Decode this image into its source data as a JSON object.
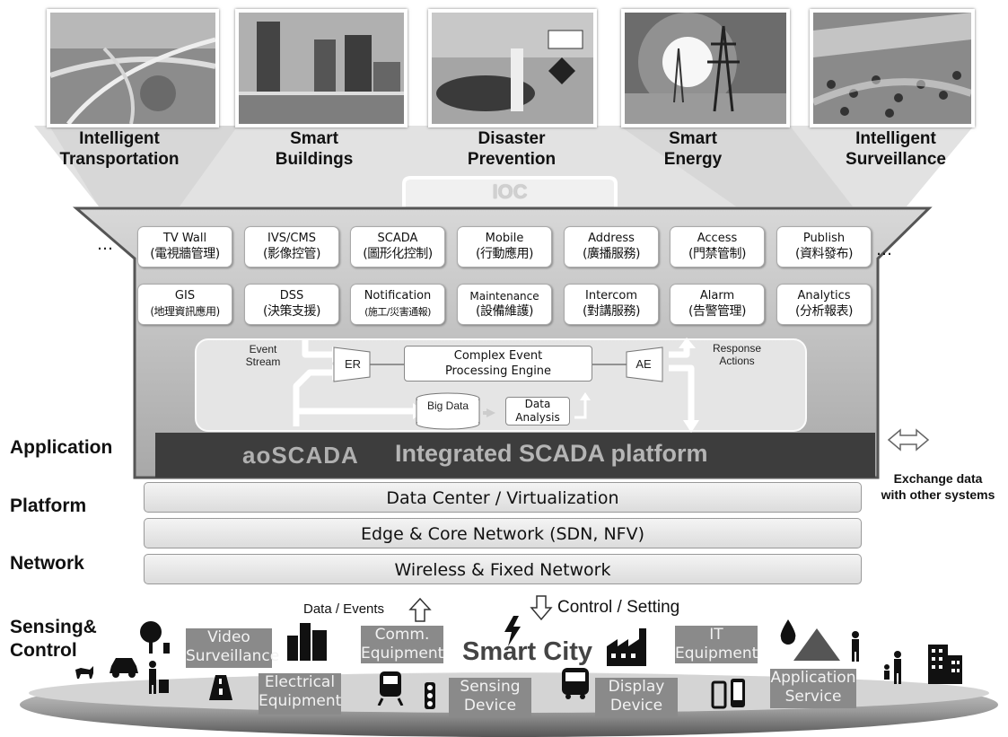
{
  "categories": [
    {
      "line1": "Intelligent",
      "line2": "Transportation"
    },
    {
      "line1": "Smart",
      "line2": "Buildings"
    },
    {
      "line1": "Disaster",
      "line2": "Prevention"
    },
    {
      "line1": "Smart",
      "line2": "Energy"
    },
    {
      "line1": "Intelligent",
      "line2": "Surveillance"
    }
  ],
  "ioc_label": "IOC",
  "ellipsis": "…",
  "modules_row1": [
    {
      "en": "TV Wall",
      "zh": "(電視牆管理)"
    },
    {
      "en": "IVS/CMS",
      "zh": "(影像控管)"
    },
    {
      "en": "SCADA",
      "zh": "(圖形化控制)"
    },
    {
      "en": "Mobile",
      "zh": "(行動應用)"
    },
    {
      "en": "Address",
      "zh": "(廣播服務)"
    },
    {
      "en": "Access",
      "zh": "(門禁管制)"
    },
    {
      "en": "Publish",
      "zh": "(資料發布)"
    }
  ],
  "modules_row2": [
    {
      "en": "GIS",
      "zh": "(地理資訊應用)"
    },
    {
      "en": "DSS",
      "zh": "(決策支援)"
    },
    {
      "en": "Notification",
      "zh": "(施工/災害通報)"
    },
    {
      "en": "Maintenance",
      "zh": "(設備維護)"
    },
    {
      "en": "Intercom",
      "zh": "(對講服務)"
    },
    {
      "en": "Alarm",
      "zh": "(告警管理)"
    },
    {
      "en": "Analytics",
      "zh": "(分析報表)"
    }
  ],
  "cep": {
    "event_stream": "Event Stream",
    "er": "ER",
    "engine": "Complex Event Processing Engine",
    "ae": "AE",
    "response_actions": "Response Actions",
    "big_data": "Big Data",
    "data_analysis": "Data Analysis"
  },
  "platform_banner": {
    "logo": "aoSCADA",
    "title": "Integrated SCADA platform"
  },
  "layers": {
    "data_center": "Data Center / Virtualization",
    "edge_core": "Edge & Core Network (SDN, NFV)",
    "wireless": "Wireless & Fixed Network"
  },
  "left_labels": {
    "application": "Application",
    "platform": "Platform",
    "network": "Network",
    "sensing1": "Sensing&",
    "sensing2": "Control"
  },
  "exchange": {
    "line1": "Exchange data",
    "line2": "with other systems"
  },
  "data_events": "Data / Events",
  "control_setting": "Control / Setting",
  "smart_city": "Smart City",
  "city_tags": {
    "video_surveillance": "Video Surveillance",
    "electrical_equipment": "Electrical Equipment",
    "comm_equipment": "Comm. Equipment",
    "sensing_device": "Sensing Device",
    "display_device": "Display Device",
    "it_equipment": "IT Equipment",
    "application_service": "Application Service"
  }
}
